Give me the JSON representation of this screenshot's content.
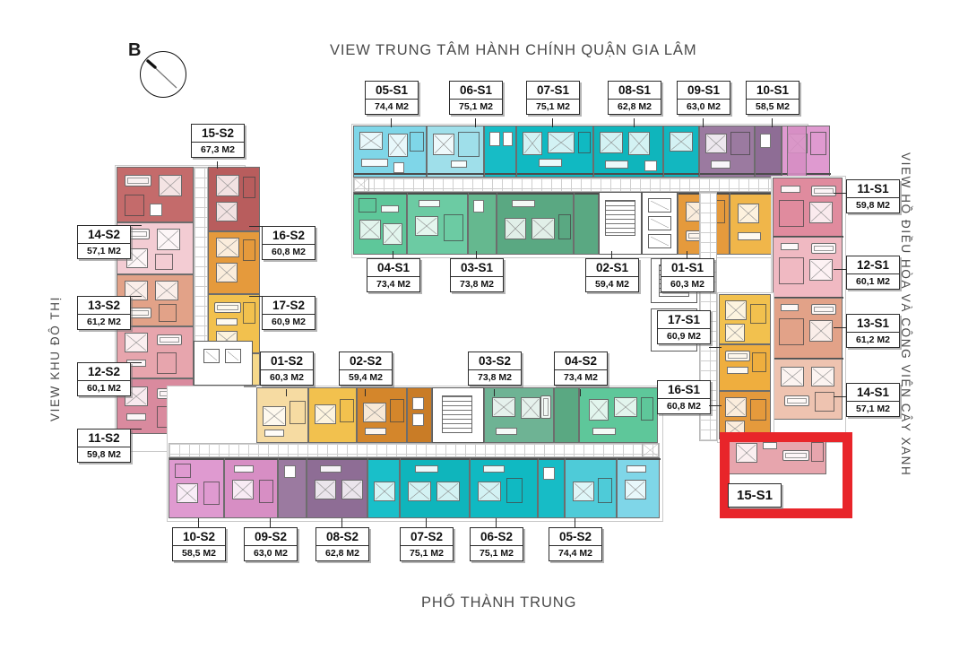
{
  "document": {
    "kind": "floor-plan",
    "compass_letter": "B",
    "highlight_color": "#e8252a"
  },
  "headings": {
    "top": "VIEW TRUNG TÂM HÀNH CHÍNH QUẬN GIA LÂM",
    "bottom": "PHỐ THÀNH TRUNG",
    "left": "VIEW KHU ĐÔ THỊ",
    "right": "VIEW HỒ ĐIỀU HÒA VÀ CÔNG VIÊN CÂY XANH"
  },
  "units_top": [
    {
      "code": "05-S1",
      "area": "74,4 M2"
    },
    {
      "code": "06-S1",
      "area": "75,1 M2"
    },
    {
      "code": "07-S1",
      "area": "75,1 M2"
    },
    {
      "code": "08-S1",
      "area": "62,8 M2"
    },
    {
      "code": "09-S1",
      "area": "63,0 M2"
    },
    {
      "code": "10-S1",
      "area": "58,5 M2"
    }
  ],
  "units_top_inner": [
    {
      "code": "04-S1",
      "area": "73,4 M2"
    },
    {
      "code": "03-S1",
      "area": "73,8 M2"
    },
    {
      "code": "02-S1",
      "area": "59,4 M2"
    },
    {
      "code": "01-S1",
      "area": "60,3 M2"
    }
  ],
  "units_right": [
    {
      "code": "11-S1",
      "area": "59,8 M2"
    },
    {
      "code": "12-S1",
      "area": "60,1 M2"
    },
    {
      "code": "13-S1",
      "area": "61,2 M2"
    },
    {
      "code": "14-S1",
      "area": "57,1 M2"
    }
  ],
  "units_right_inner": [
    {
      "code": "17-S1",
      "area": "60,9 M2"
    },
    {
      "code": "16-S1",
      "area": "60,8 M2"
    }
  ],
  "unit_highlighted": {
    "code": "15-S1",
    "area": ""
  },
  "units_left": [
    {
      "code": "14-S2",
      "area": "57,1 M2"
    },
    {
      "code": "13-S2",
      "area": "61,2 M2"
    },
    {
      "code": "12-S2",
      "area": "60,1 M2"
    },
    {
      "code": "11-S2",
      "area": "59,8 M2"
    }
  ],
  "units_left_inner": [
    {
      "code": "15-S2",
      "area": "67,3 M2"
    },
    {
      "code": "16-S2",
      "area": "60,8 M2"
    },
    {
      "code": "17-S2",
      "area": "60,9 M2"
    }
  ],
  "units_mid": [
    {
      "code": "01-S2",
      "area": "60,3 M2"
    },
    {
      "code": "02-S2",
      "area": "59,4 M2"
    },
    {
      "code": "03-S2",
      "area": "73,8 M2"
    },
    {
      "code": "04-S2",
      "area": "73,4 M2"
    }
  ],
  "units_bottom": [
    {
      "code": "10-S2",
      "area": "58,5 M2"
    },
    {
      "code": "09-S2",
      "area": "63,0 M2"
    },
    {
      "code": "08-S2",
      "area": "62,8 M2"
    },
    {
      "code": "07-S2",
      "area": "75,1 M2"
    },
    {
      "code": "06-S2",
      "area": "75,1 M2"
    },
    {
      "code": "05-S2",
      "area": "74,4 M2"
    }
  ],
  "palette": {
    "cyan_light": "#7fd6e8",
    "cyan": "#19bfc9",
    "teal": "#0fb5bc",
    "green_light": "#5ec79a",
    "green_dark": "#5aa882",
    "green_mid": "#74c49a",
    "purple": "#9b7aa0",
    "magenta": "#df9ad0",
    "pink_mid": "#d78ec4",
    "rose": "#e08b9e",
    "rose_light": "#f0b9c2",
    "rose_pale": "#f3ccd3",
    "salmon": "#e2a288",
    "salmon_pale": "#eec3b0",
    "orange": "#e59a3c",
    "orange_dark": "#d4862b",
    "amber": "#f2c14e",
    "amber_light": "#f7d98a",
    "amber_pale": "#f6dba2",
    "red_brick": "#c46b6b",
    "red_brick_dark": "#b85d5d",
    "pink_dusty": "#e7a5ad",
    "mauve": "#e0b7bc"
  }
}
